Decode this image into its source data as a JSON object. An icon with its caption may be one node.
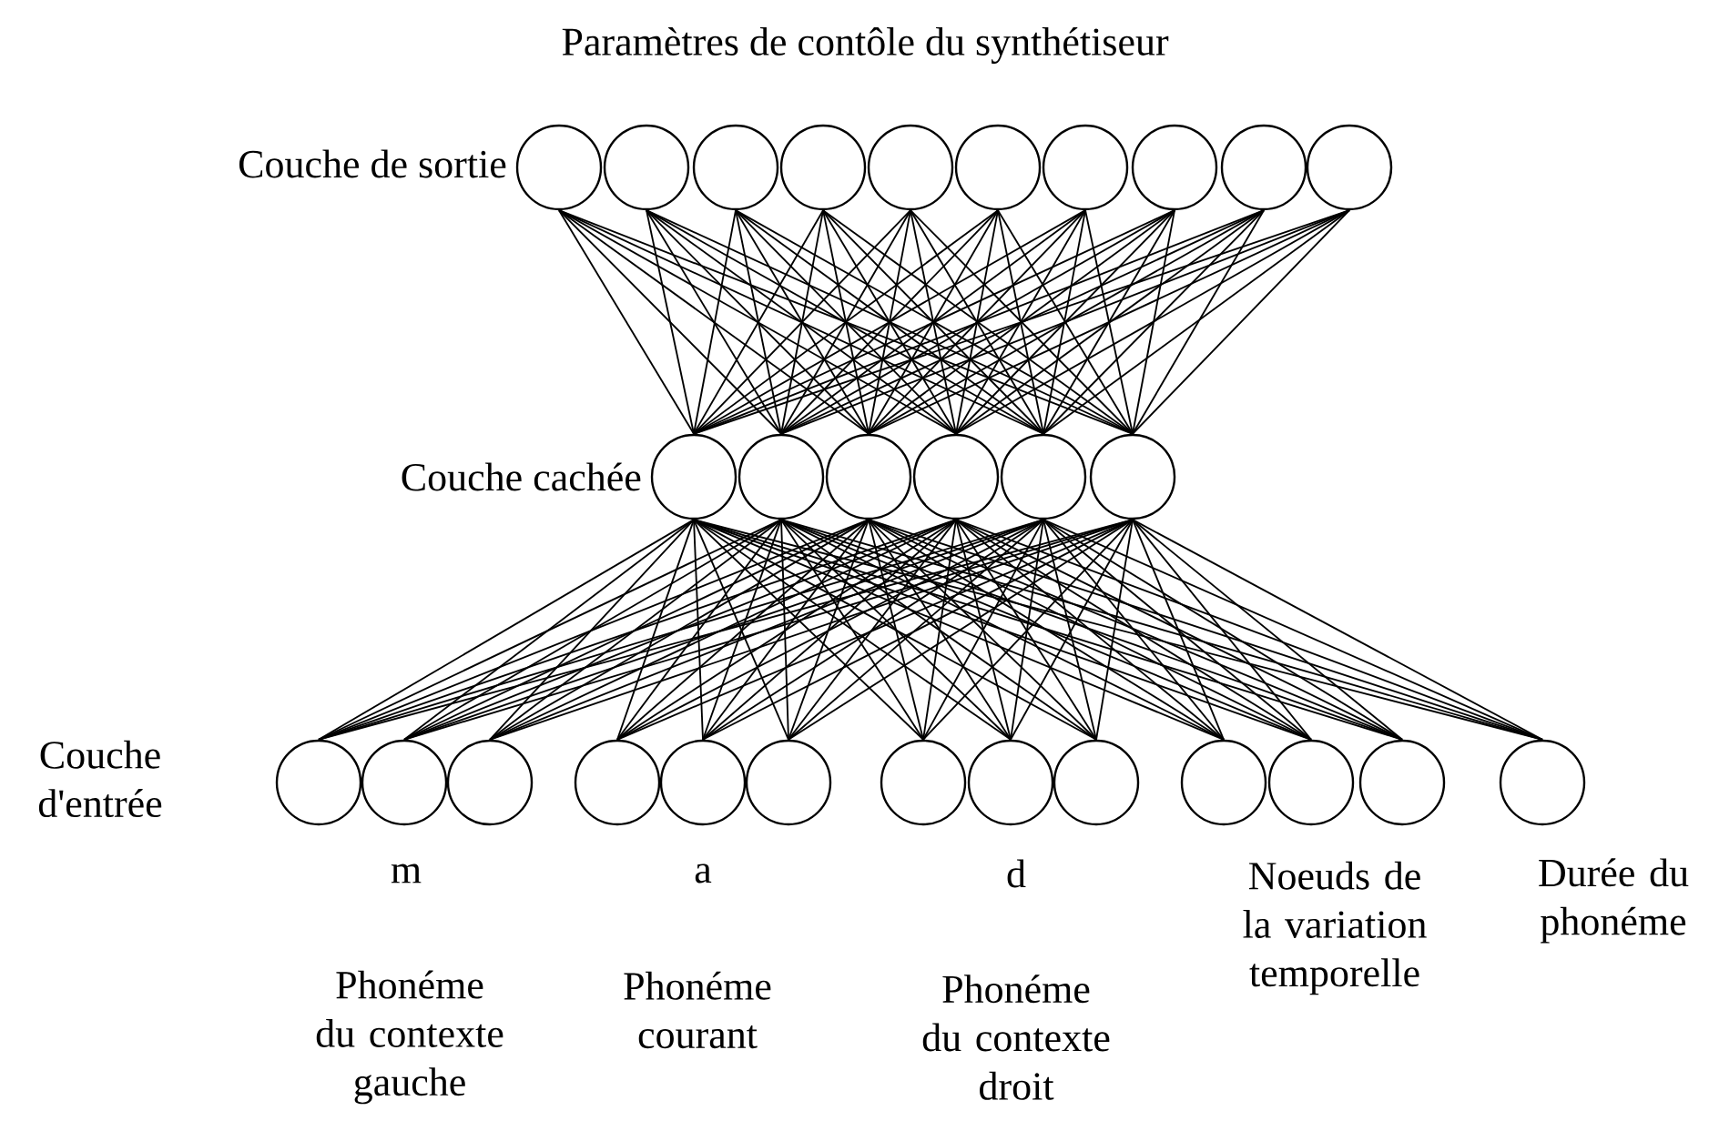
{
  "diagram": {
    "title": "Paramètres de contôle du synthétiseur",
    "nodes": [
      {
        "text": [],
        "shape": "circle"
      },
      {
        "text": [],
        "shape": "circle"
      },
      {
        "text": [],
        "shape": "circle"
      },
      {
        "text": [],
        "shape": "circle"
      },
      {
        "text": [],
        "shape": "circle"
      },
      {
        "text": [],
        "shape": "circle"
      },
      {
        "text": [],
        "shape": "circle"
      },
      {
        "text": [],
        "shape": "circle"
      },
      {
        "text": [],
        "shape": "circle"
      },
      {
        "text": [],
        "shape": "circle"
      },
      {
        "text": [],
        "shape": "circle"
      },
      {
        "text": [],
        "shape": "circle"
      },
      {
        "text": [],
        "shape": "circle"
      },
      {
        "text": [],
        "shape": "circle"
      },
      {
        "text": [],
        "shape": "circle"
      },
      {
        "text": [],
        "shape": "circle"
      },
      {
        "text": [],
        "shape": "circle"
      },
      {
        "text": [],
        "shape": "circle"
      },
      {
        "text": [],
        "shape": "circle"
      },
      {
        "text": [],
        "shape": "circle"
      },
      {
        "text": [],
        "shape": "circle"
      },
      {
        "text": [],
        "shape": "circle"
      },
      {
        "text": [],
        "shape": "circle"
      },
      {
        "text": [],
        "shape": "circle"
      },
      {
        "text": [],
        "shape": "circle"
      },
      {
        "text": [],
        "shape": "circle"
      },
      {
        "text": [],
        "shape": "circle"
      },
      {
        "text": [],
        "shape": "circle"
      },
      {
        "text": [],
        "shape": "circle"
      }
    ],
    "edges": [
      {
        "from": 10,
        "to": 0,
        "arrow": "none"
      },
      {
        "from": 10,
        "to": 1,
        "arrow": "none"
      },
      {
        "from": 10,
        "to": 2,
        "arrow": "none"
      },
      {
        "from": 10,
        "to": 3,
        "arrow": "none"
      },
      {
        "from": 10,
        "to": 4,
        "arrow": "none"
      },
      {
        "from": 10,
        "to": 5,
        "arrow": "none"
      },
      {
        "from": 10,
        "to": 6,
        "arrow": "none"
      },
      {
        "from": 10,
        "to": 7,
        "arrow": "none"
      },
      {
        "from": 10,
        "to": 8,
        "arrow": "none"
      },
      {
        "from": 10,
        "to": 9,
        "arrow": "none"
      },
      {
        "from": 11,
        "to": 0,
        "arrow": "none"
      },
      {
        "from": 11,
        "to": 1,
        "arrow": "none"
      },
      {
        "from": 11,
        "to": 2,
        "arrow": "none"
      },
      {
        "from": 11,
        "to": 3,
        "arrow": "none"
      },
      {
        "from": 11,
        "to": 4,
        "arrow": "none"
      },
      {
        "from": 11,
        "to": 5,
        "arrow": "none"
      },
      {
        "from": 11,
        "to": 6,
        "arrow": "none"
      },
      {
        "from": 11,
        "to": 7,
        "arrow": "none"
      },
      {
        "from": 11,
        "to": 8,
        "arrow": "none"
      },
      {
        "from": 11,
        "to": 9,
        "arrow": "none"
      },
      {
        "from": 12,
        "to": 0,
        "arrow": "none"
      },
      {
        "from": 12,
        "to": 1,
        "arrow": "none"
      },
      {
        "from": 12,
        "to": 2,
        "arrow": "none"
      },
      {
        "from": 12,
        "to": 3,
        "arrow": "none"
      },
      {
        "from": 12,
        "to": 4,
        "arrow": "none"
      },
      {
        "from": 12,
        "to": 5,
        "arrow": "none"
      },
      {
        "from": 12,
        "to": 6,
        "arrow": "none"
      },
      {
        "from": 12,
        "to": 7,
        "arrow": "none"
      },
      {
        "from": 12,
        "to": 8,
        "arrow": "none"
      },
      {
        "from": 12,
        "to": 9,
        "arrow": "none"
      },
      {
        "from": 13,
        "to": 0,
        "arrow": "none"
      },
      {
        "from": 13,
        "to": 1,
        "arrow": "none"
      },
      {
        "from": 13,
        "to": 2,
        "arrow": "none"
      },
      {
        "from": 13,
        "to": 3,
        "arrow": "none"
      },
      {
        "from": 13,
        "to": 4,
        "arrow": "none"
      },
      {
        "from": 13,
        "to": 5,
        "arrow": "none"
      },
      {
        "from": 13,
        "to": 6,
        "arrow": "none"
      },
      {
        "from": 13,
        "to": 7,
        "arrow": "none"
      },
      {
        "from": 13,
        "to": 8,
        "arrow": "none"
      },
      {
        "from": 13,
        "to": 9,
        "arrow": "none"
      },
      {
        "from": 14,
        "to": 0,
        "arrow": "none"
      },
      {
        "from": 14,
        "to": 1,
        "arrow": "none"
      },
      {
        "from": 14,
        "to": 2,
        "arrow": "none"
      },
      {
        "from": 14,
        "to": 3,
        "arrow": "none"
      },
      {
        "from": 14,
        "to": 4,
        "arrow": "none"
      },
      {
        "from": 14,
        "to": 5,
        "arrow": "none"
      },
      {
        "from": 14,
        "to": 6,
        "arrow": "none"
      },
      {
        "from": 14,
        "to": 7,
        "arrow": "none"
      },
      {
        "from": 14,
        "to": 8,
        "arrow": "none"
      },
      {
        "from": 14,
        "to": 9,
        "arrow": "none"
      },
      {
        "from": 15,
        "to": 0,
        "arrow": "none"
      },
      {
        "from": 15,
        "to": 1,
        "arrow": "none"
      },
      {
        "from": 15,
        "to": 2,
        "arrow": "none"
      },
      {
        "from": 15,
        "to": 3,
        "arrow": "none"
      },
      {
        "from": 15,
        "to": 4,
        "arrow": "none"
      },
      {
        "from": 15,
        "to": 5,
        "arrow": "none"
      },
      {
        "from": 15,
        "to": 6,
        "arrow": "none"
      },
      {
        "from": 15,
        "to": 7,
        "arrow": "none"
      },
      {
        "from": 15,
        "to": 8,
        "arrow": "none"
      },
      {
        "from": 15,
        "to": 9,
        "arrow": "none"
      },
      {
        "from": 16,
        "to": 10,
        "arrow": "none"
      },
      {
        "from": 16,
        "to": 11,
        "arrow": "none"
      },
      {
        "from": 16,
        "to": 12,
        "arrow": "none"
      },
      {
        "from": 16,
        "to": 13,
        "arrow": "none"
      },
      {
        "from": 16,
        "to": 14,
        "arrow": "none"
      },
      {
        "from": 16,
        "to": 15,
        "arrow": "none"
      },
      {
        "from": 17,
        "to": 10,
        "arrow": "none"
      },
      {
        "from": 17,
        "to": 11,
        "arrow": "none"
      },
      {
        "from": 17,
        "to": 12,
        "arrow": "none"
      },
      {
        "from": 17,
        "to": 13,
        "arrow": "none"
      },
      {
        "from": 17,
        "to": 14,
        "arrow": "none"
      },
      {
        "from": 17,
        "to": 15,
        "arrow": "none"
      },
      {
        "from": 18,
        "to": 10,
        "arrow": "none"
      },
      {
        "from": 18,
        "to": 11,
        "arrow": "none"
      },
      {
        "from": 18,
        "to": 12,
        "arrow": "none"
      },
      {
        "from": 18,
        "to": 13,
        "arrow": "none"
      },
      {
        "from": 18,
        "to": 14,
        "arrow": "none"
      },
      {
        "from": 18,
        "to": 15,
        "arrow": "none"
      },
      {
        "from": 19,
        "to": 10,
        "arrow": "none"
      },
      {
        "from": 19,
        "to": 11,
        "arrow": "none"
      },
      {
        "from": 19,
        "to": 12,
        "arrow": "none"
      },
      {
        "from": 19,
        "to": 13,
        "arrow": "none"
      },
      {
        "from": 19,
        "to": 14,
        "arrow": "none"
      },
      {
        "from": 19,
        "to": 15,
        "arrow": "none"
      },
      {
        "from": 20,
        "to": 10,
        "arrow": "none"
      },
      {
        "from": 20,
        "to": 11,
        "arrow": "none"
      },
      {
        "from": 20,
        "to": 12,
        "arrow": "none"
      },
      {
        "from": 20,
        "to": 13,
        "arrow": "none"
      },
      {
        "from": 20,
        "to": 14,
        "arrow": "none"
      },
      {
        "from": 20,
        "to": 15,
        "arrow": "none"
      },
      {
        "from": 21,
        "to": 10,
        "arrow": "none"
      },
      {
        "from": 21,
        "to": 11,
        "arrow": "none"
      },
      {
        "from": 21,
        "to": 12,
        "arrow": "none"
      },
      {
        "from": 21,
        "to": 13,
        "arrow": "none"
      },
      {
        "from": 21,
        "to": 14,
        "arrow": "none"
      },
      {
        "from": 21,
        "to": 15,
        "arrow": "none"
      },
      {
        "from": 22,
        "to": 10,
        "arrow": "none"
      },
      {
        "from": 22,
        "to": 11,
        "arrow": "none"
      },
      {
        "from": 22,
        "to": 12,
        "arrow": "none"
      },
      {
        "from": 22,
        "to": 13,
        "arrow": "none"
      },
      {
        "from": 22,
        "to": 14,
        "arrow": "none"
      },
      {
        "from": 22,
        "to": 15,
        "arrow": "none"
      },
      {
        "from": 23,
        "to": 10,
        "arrow": "none"
      },
      {
        "from": 23,
        "to": 11,
        "arrow": "none"
      },
      {
        "from": 23,
        "to": 12,
        "arrow": "none"
      },
      {
        "from": 23,
        "to": 13,
        "arrow": "none"
      },
      {
        "from": 23,
        "to": 14,
        "arrow": "none"
      },
      {
        "from": 23,
        "to": 15,
        "arrow": "none"
      },
      {
        "from": 24,
        "to": 10,
        "arrow": "none"
      },
      {
        "from": 24,
        "to": 11,
        "arrow": "none"
      },
      {
        "from": 24,
        "to": 12,
        "arrow": "none"
      },
      {
        "from": 24,
        "to": 13,
        "arrow": "none"
      },
      {
        "from": 24,
        "to": 14,
        "arrow": "none"
      },
      {
        "from": 24,
        "to": 15,
        "arrow": "none"
      },
      {
        "from": 25,
        "to": 10,
        "arrow": "none"
      },
      {
        "from": 25,
        "to": 11,
        "arrow": "none"
      },
      {
        "from": 25,
        "to": 12,
        "arrow": "none"
      },
      {
        "from": 25,
        "to": 13,
        "arrow": "none"
      },
      {
        "from": 25,
        "to": 14,
        "arrow": "none"
      },
      {
        "from": 25,
        "to": 15,
        "arrow": "none"
      },
      {
        "from": 26,
        "to": 10,
        "arrow": "none"
      },
      {
        "from": 26,
        "to": 11,
        "arrow": "none"
      },
      {
        "from": 26,
        "to": 12,
        "arrow": "none"
      },
      {
        "from": 26,
        "to": 13,
        "arrow": "none"
      },
      {
        "from": 26,
        "to": 14,
        "arrow": "none"
      },
      {
        "from": 26,
        "to": 15,
        "arrow": "none"
      },
      {
        "from": 27,
        "to": 10,
        "arrow": "none"
      },
      {
        "from": 27,
        "to": 11,
        "arrow": "none"
      },
      {
        "from": 27,
        "to": 12,
        "arrow": "none"
      },
      {
        "from": 27,
        "to": 13,
        "arrow": "none"
      },
      {
        "from": 27,
        "to": 14,
        "arrow": "none"
      },
      {
        "from": 27,
        "to": 15,
        "arrow": "none"
      },
      {
        "from": 28,
        "to": 10,
        "arrow": "none"
      },
      {
        "from": 28,
        "to": 11,
        "arrow": "none"
      },
      {
        "from": 28,
        "to": 12,
        "arrow": "none"
      },
      {
        "from": 28,
        "to": 13,
        "arrow": "none"
      },
      {
        "from": 28,
        "to": 14,
        "arrow": "none"
      },
      {
        "from": 28,
        "to": 15,
        "arrow": "none"
      }
    ],
    "labels": [
      "Couche de sortie",
      "Couche cachée",
      "Couche d'entrée",
      "m",
      "a",
      "d",
      "Noeuds de la variation temporelle",
      "Durée du phonéme",
      "Phonéme du contexte gauche",
      "Phonéme courant",
      "Phonéme du contexte droit"
    ]
  }
}
